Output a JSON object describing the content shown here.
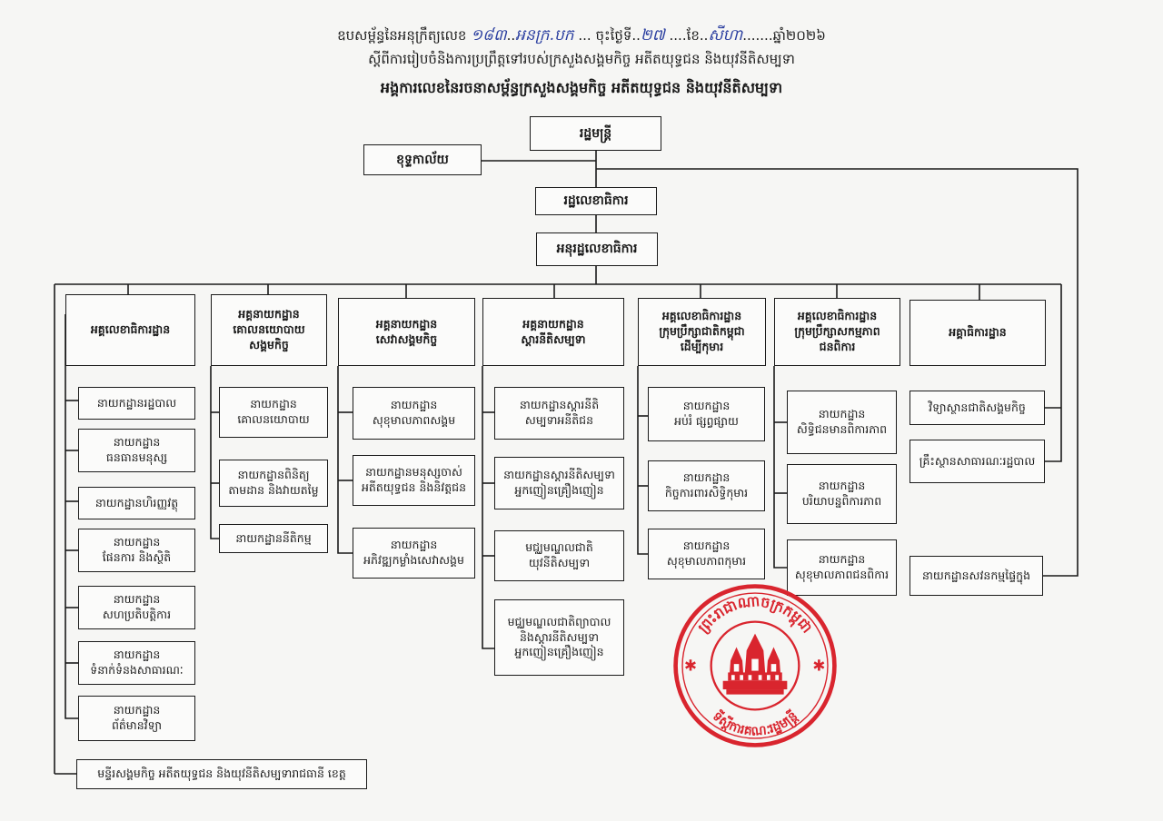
{
  "header": {
    "line1_prefix": "ឧបសម្ព័ន្ធនៃអនុក្រឹត្យលេខ",
    "line1_number": "១៨៣",
    "line1_code": "អនក្រ.បក",
    "line1_day_label": "ចុះថ្ងៃទី",
    "line1_day": "២៧",
    "line1_month_label": "ខែ",
    "line1_month": "សីហា",
    "line1_year": "ឆ្នាំ២០២៦",
    "line2": "ស្ដីពីការរៀបចំនិងការប្រព្រឹត្តទៅរបស់ក្រសួងសង្គមកិច្ច អតីតយុទ្ធជន និងយុវនីតិសម្បទា",
    "line3": "អង្គការលេខនៃរចនាសម្ព័ន្ធក្រសួងសង្គមកិច្ច អតីតយុទ្ធជន និងយុវនីតិសម្បទា"
  },
  "top": {
    "minister": "រដ្ឋមន្ត្រី",
    "cabinet": "ខុទ្ទកាល័យ",
    "secretary_of_state": "រដ្ឋលេខាធិការ",
    "undersecretary": "អនុរដ្ឋលេខាធិការ"
  },
  "departments": [
    {
      "title": "អគ្គលេខាធិការដ្ឋាន",
      "units": [
        "នាយកដ្ឋានរដ្ឋបាល",
        "នាយកដ្ឋាន\nធនធានមនុស្ស",
        "នាយកដ្ឋានហិរញ្ញវត្ថុ",
        "នាយកដ្ឋាន\nផែនការ និងស្ថិតិ",
        "នាយកដ្ឋាន\nសហប្រតិបត្តិការ",
        "នាយកដ្ឋាន\nទំនាក់ទំនងសាធារណៈ",
        "នាយកដ្ឋាន\nព័ត៌មានវិទ្យា"
      ]
    },
    {
      "title": "អគ្គនាយកដ្ឋាន\nគោលនយោបាយ\nសង្គមកិច្ច",
      "units": [
        "នាយកដ្ឋាន\nគោលនយោបាយ",
        "នាយកដ្ឋានពិនិត្យ\nតាមដាន និងវាយតម្លៃ",
        "នាយកដ្ឋាននីតិកម្ម"
      ]
    },
    {
      "title": "អគ្គនាយកដ្ឋាន\nសេវាសង្គមកិច្ច",
      "units": [
        "នាយកដ្ឋាន\nសុខុមាលភាពសង្គម",
        "នាយកដ្ឋានមនុស្សចាស់\nអតីតយុទ្ធជន និងនិវត្តជន",
        "នាយកដ្ឋាន\nអភិវឌ្ឍកម្លាំងសេវាសង្គម"
      ]
    },
    {
      "title": "អគ្គនាយកដ្ឋាន\nស្ដារនីតិសម្បទា",
      "units": [
        "នាយកដ្ឋានស្ដារនីតិ\nសម្បទាអនីតិជន",
        "នាយកដ្ឋានស្ដារនីតិសម្បទា\nអ្នកញៀនគ្រឿងញៀន",
        "មជ្ឈមណ្ឌលជាតិ\nយុវនីតិសម្បទា",
        "មជ្ឈមណ្ឌលជាតិព្យាបាល\nនិងស្ដារនីតិសម្បទា\nអ្នកញៀនគ្រឿងញៀន"
      ]
    },
    {
      "title": "អគ្គលេខាធិការដ្ឋាន\nក្រុមប្រឹក្សាជាតិកម្ពុជា\nដើម្បីកុមារ",
      "units": [
        "នាយកដ្ឋាន\nអប់រំ ផ្សព្វផ្សាយ",
        "នាយកដ្ឋាន\nកិច្ចការពារសិទ្ធិកុមារ",
        "នាយកដ្ឋាន\nសុខុមាលភាពកុមារ"
      ]
    },
    {
      "title": "អគ្គលេខាធិការដ្ឋាន\nក្រុមប្រឹក្សាសកម្មភាព\nជនពិការ",
      "units": [
        "នាយកដ្ឋាន\nសិទ្ធិជនមានពិការភាព",
        "នាយកដ្ឋាន\nបរិយាបន្នពិការភាព",
        "នាយកដ្ឋាន\nសុខុមាលភាពជនពិការ"
      ]
    },
    {
      "title": "អគ្គាធិការដ្ឋាន",
      "units": [
        "វិទ្យាស្ថានជាតិសង្គមកិច្ច",
        "គ្រឹះស្ថានសាធារណៈរដ្ឋបាល"
      ]
    }
  ],
  "audit": "នាយកដ្ឋានសវនកម្មផ្ទៃក្នុង",
  "provincial": "មន្ទីរសង្គមកិច្ច អតីតយុទ្ធជន និងយុវនីតិសម្បទារាជធានី ខេត្ត",
  "stamp": {
    "text_top": "ព្រះរាជាណាចក្រកម្ពុជា",
    "text_bottom": "ទីស្ដីការគណៈរដ្ឋមន្ត្រី",
    "color": "#d9252e"
  }
}
